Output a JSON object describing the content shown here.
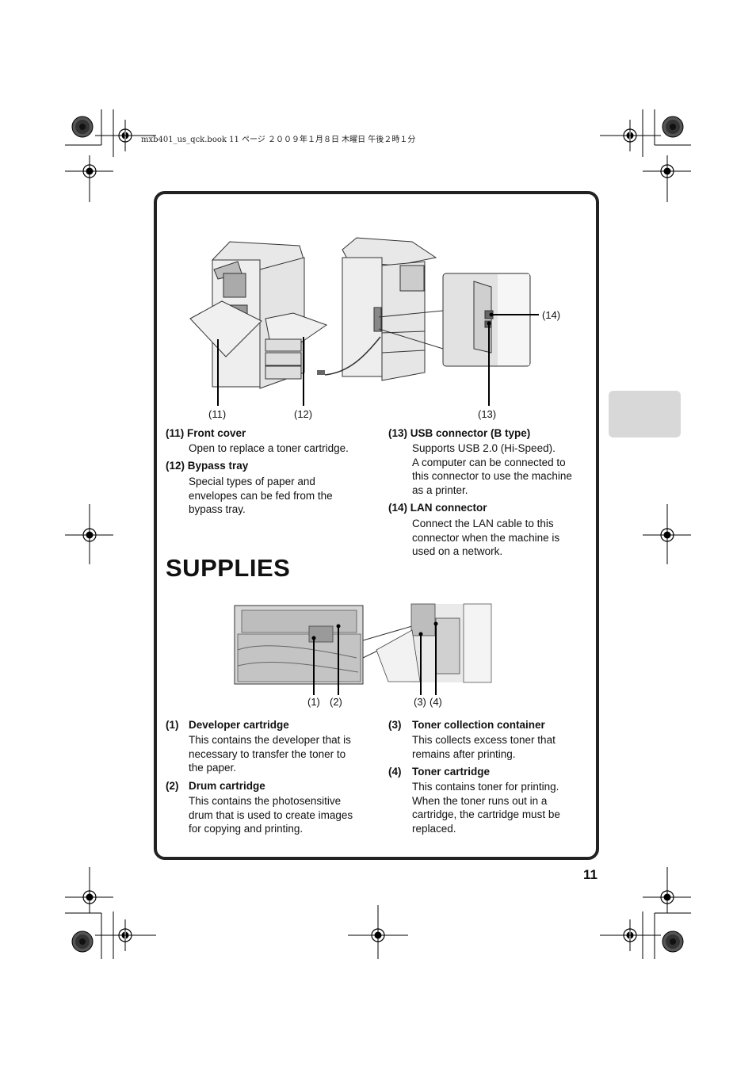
{
  "header": {
    "file_info": "mxb401_us_qck.book  11 ページ  ２００９年１月８日  木曜日  午後２時１分"
  },
  "page_number": "11",
  "connectors": {
    "callouts": [
      "(11)",
      "(12)",
      "(13)",
      "(14)"
    ],
    "items": [
      {
        "title": "(11) Front cover",
        "desc": "Open to replace a toner cartridge."
      },
      {
        "title": "(12) Bypass tray",
        "desc": [
          "Special types of paper  and",
          "envelopes can be fed from the",
          "bypass tray."
        ]
      },
      {
        "title": "(13) USB connector (B type)",
        "desc": [
          "Supports USB 2.0 (Hi-Speed).",
          "A computer can be connected to",
          "this connector to use the machine",
          "as a printer."
        ]
      },
      {
        "title": "(14) LAN connector",
        "desc": [
          "Connect the LAN cable to this",
          "connector when the machine is",
          "used on a network."
        ]
      }
    ]
  },
  "supplies": {
    "heading": "SUPPLIES",
    "callouts": [
      "(1)",
      "(2)",
      "(3)",
      "(4)"
    ],
    "items": [
      {
        "num": "(1)",
        "title": "Developer cartridge",
        "desc": [
          "This contains the developer that is",
          "necessary to transfer the toner to",
          "the paper."
        ]
      },
      {
        "num": "(2)",
        "title": "Drum cartridge",
        "desc": [
          "This contains the photosensitive",
          "drum that is used to create images",
          "for copying and printing."
        ]
      },
      {
        "num": "(3)",
        "title": "Toner collection container",
        "desc": [
          "This collects excess toner that",
          "remains after printing."
        ]
      },
      {
        "num": "(4)",
        "title": "Toner cartridge",
        "desc": [
          "This contains toner for printing.",
          "When the toner runs out in a",
          "cartridge, the cartridge must be",
          "replaced."
        ]
      }
    ]
  }
}
